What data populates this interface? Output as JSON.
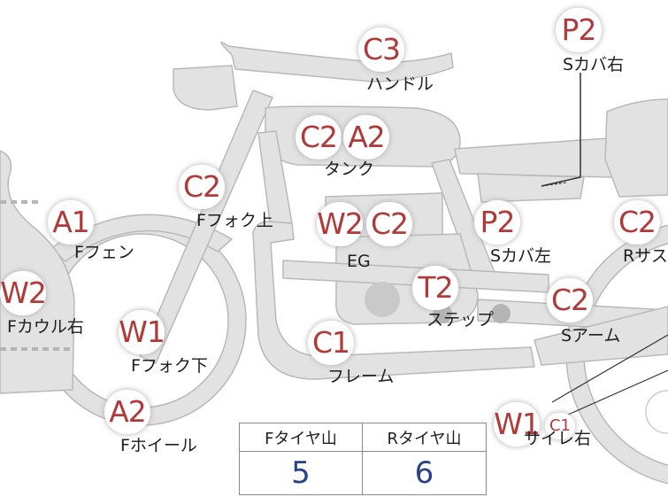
{
  "markers": [
    {
      "id": "c3-handle",
      "text": "C3"
    },
    {
      "id": "p2-scover-right",
      "text": "P2"
    },
    {
      "id": "c2-tank",
      "text": "C2"
    },
    {
      "id": "a2-tank",
      "text": "A2"
    },
    {
      "id": "c2-ffork-upper",
      "text": "C2"
    },
    {
      "id": "a1-ffender",
      "text": "A1"
    },
    {
      "id": "w2-engine",
      "text": "W2"
    },
    {
      "id": "c2-engine",
      "text": "C2"
    },
    {
      "id": "p2-scover-left",
      "text": "P2"
    },
    {
      "id": "c2-rsus",
      "text": "C2"
    },
    {
      "id": "w2-fcowl",
      "text": "W2"
    },
    {
      "id": "t2-step",
      "text": "T2"
    },
    {
      "id": "c2-sarm",
      "text": "C2"
    },
    {
      "id": "w1-ffork-lower",
      "text": "W1"
    },
    {
      "id": "c1-frame",
      "text": "C1"
    },
    {
      "id": "a2-fwheel",
      "text": "A2"
    },
    {
      "id": "w1-muffler",
      "text": "W1"
    },
    {
      "id": "c1-muffler-small",
      "text": "C1"
    }
  ],
  "labels": {
    "handle": "ハンドル",
    "scover_right": "Sカバ右",
    "tank": "タンク",
    "ffork_upper": "Fフォク上",
    "ffender": "Fフェン",
    "engine": "EG",
    "scover_left": "Sカバ左",
    "rsus": "Rサス",
    "fcowl_right": "Fカウル右",
    "step": "ステップ",
    "sarm": "Sアーム",
    "ffork_lower": "Fフォク下",
    "frame": "フレーム",
    "fwheel": "Fホイール",
    "muffler_right": "サイレ右"
  },
  "tire_table": {
    "headers": [
      "Fタイヤ山",
      "Rタイヤ山"
    ],
    "values": [
      "5",
      "6"
    ]
  },
  "colors": {
    "marker_text": "#b03a3a",
    "table_value": "#27418a",
    "bike_fill": "#e2e2e2",
    "bike_stroke": "#b9b9b9"
  }
}
